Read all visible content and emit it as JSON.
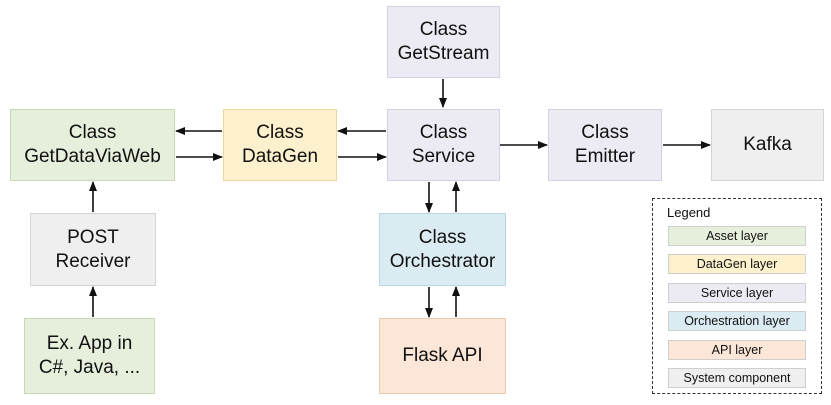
{
  "nodes": {
    "getstream": [
      "Class",
      "GetStream"
    ],
    "getdataviaweb": [
      "Class",
      "GetDataViaWeb"
    ],
    "datagen": [
      "Class",
      "DataGen"
    ],
    "service": [
      "Class",
      "Service"
    ],
    "emitter": [
      "Class",
      "Emitter"
    ],
    "kafka": [
      "Kafka"
    ],
    "post_receiver": [
      "POST",
      "Receiver"
    ],
    "orchestrator": [
      "Class",
      "Orchestrator"
    ],
    "ex_app": [
      "Ex. App in",
      "C#, Java, ..."
    ],
    "flask_api": [
      "Flask API"
    ]
  },
  "legend": {
    "title": "Legend",
    "items": [
      {
        "label": "Asset layer",
        "color": "#e6efdb"
      },
      {
        "label": "DataGen layer",
        "color": "#fdf0cc"
      },
      {
        "label": "Service layer",
        "color": "#ecebf3"
      },
      {
        "label": "Orchestration layer",
        "color": "#dbebf2"
      },
      {
        "label": "API layer",
        "color": "#fbe6d7"
      },
      {
        "label": "System component",
        "color": "#efefef"
      }
    ]
  }
}
